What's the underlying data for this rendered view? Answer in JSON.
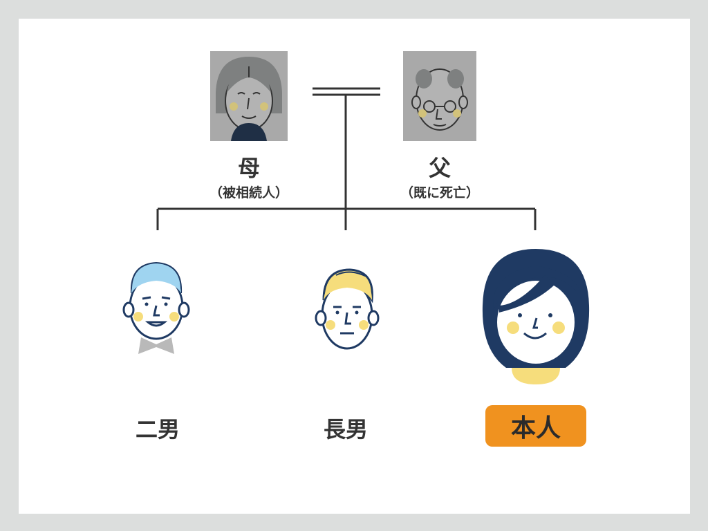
{
  "mother": {
    "name": "母",
    "note": "（被相続人）"
  },
  "father": {
    "name": "父",
    "note": "（既に死亡）"
  },
  "children": {
    "second_son": "二男",
    "eldest_son": "長男",
    "self": "本人"
  },
  "colors": {
    "navy": "#1f3a63",
    "yellow": "#f6dd7c",
    "orange": "#f0921f",
    "grey_bg": "#a8a8a8",
    "line": "#333333",
    "light_blue": "#9fd4f0"
  }
}
